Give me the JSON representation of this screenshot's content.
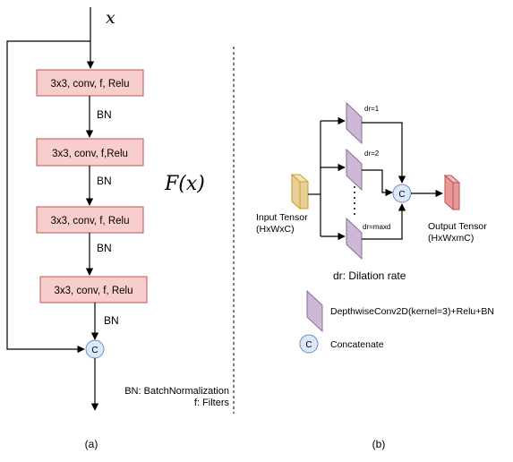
{
  "panel_a": {
    "input_label": "x",
    "conv_blocks": [
      "3x3, conv, f, Relu",
      "3x3, conv, f,Relu",
      "3x3, conv, f, Relu",
      "3x3, conv, f, Relu"
    ],
    "bn_labels": [
      "BN",
      "BN",
      "BN",
      "BN"
    ],
    "function_label": "F(x)",
    "concat_symbol": "C",
    "legend_bn": "BN: BatchNormalization",
    "legend_f": "f: Filters",
    "caption": "(a)"
  },
  "panel_b": {
    "input_tensor_label": "Input Tensor",
    "input_tensor_shape": "(HxWxC)",
    "output_tensor_label": "Output Tensor",
    "output_tensor_shape": "(HxWxmC)",
    "dr_labels": [
      "dr=1",
      "dr=2",
      "dr=maxd"
    ],
    "concat_symbol": "C",
    "dilation_note": "dr: Dilation rate",
    "legend_depthwise": "DepthwiseConv2D(kernel=3)+Relu+BN",
    "legend_concat": "Concatenate",
    "caption": "(b)"
  },
  "colors": {
    "conv_fill": "#f8cecc",
    "conv_stroke": "#b85450",
    "purple_fill": "#cdb8d6",
    "purple_stroke": "#8c6d99",
    "input_fill": "#e8cf9a",
    "input_stroke": "#c9a227",
    "output_fill": "#e79a96",
    "output_stroke": "#b85450",
    "concat_fill": "#dae8fc",
    "concat_stroke": "#6c8ebf"
  }
}
